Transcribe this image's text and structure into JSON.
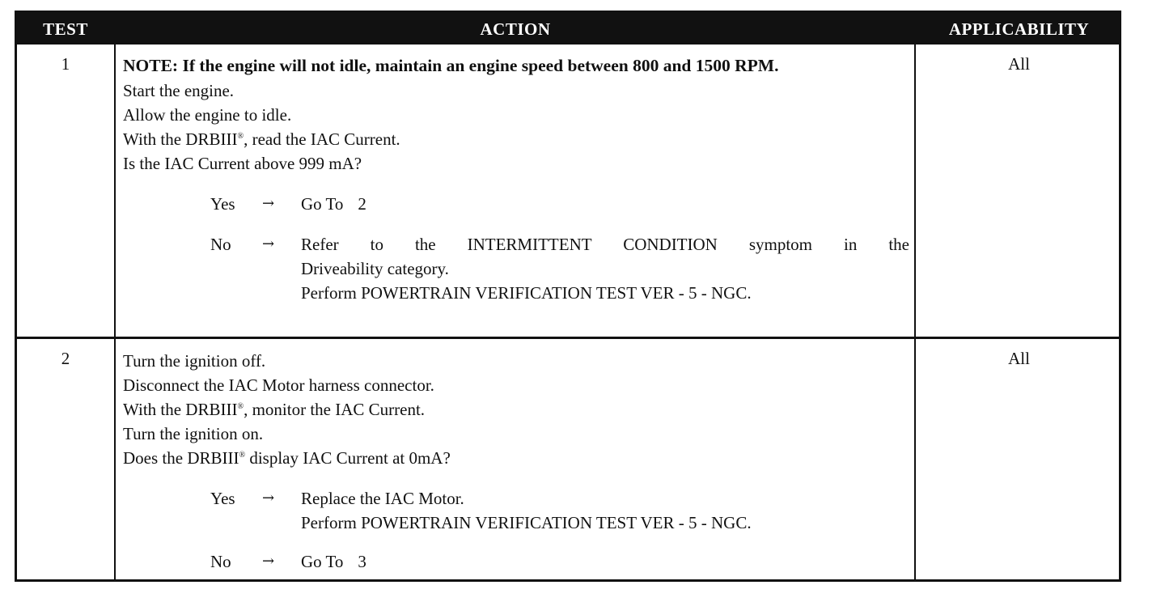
{
  "headers": {
    "test": "TEST",
    "action": "ACTION",
    "applicability": "APPLICABILITY"
  },
  "rows": [
    {
      "test": "1",
      "applicability": "All",
      "note": "NOTE: If the engine will not idle, maintain an engine speed between 800 and 1500 RPM.",
      "steps": [
        "Start the engine.",
        "Allow the engine to idle.",
        "With the DRBIII",
        ", read the IAC Current.",
        "Is the IAC Current above 999 mA?"
      ],
      "results": {
        "yes_label": "Yes",
        "yes_arrow": "→",
        "yes_goto": "Go To",
        "yes_goto_num": "2",
        "no_label": "No",
        "no_arrow": "→",
        "no_line1": "Refer to the INTERMITTENT CONDITION symptom in the",
        "no_line2": "Driveability category.",
        "no_line3": "Perform POWERTRAIN VERIFICATION TEST VER - 5 - NGC."
      }
    },
    {
      "test": "2",
      "applicability": "All",
      "steps": [
        "Turn the ignition off.",
        "Disconnect the IAC Motor harness connector.",
        "With the DRBIII",
        ", monitor the IAC Current.",
        "Turn the ignition on.",
        "Does the DRBIII",
        " display IAC Current at 0mA?"
      ],
      "results": {
        "yes_label": "Yes",
        "yes_arrow": "→",
        "yes_line1": "Replace the IAC Motor.",
        "yes_line2": "Perform POWERTRAIN VERIFICATION TEST VER - 5 - NGC.",
        "no_label": "No",
        "no_arrow": "→",
        "no_goto": "Go To",
        "no_goto_num": "3"
      }
    }
  ],
  "symbols": {
    "registered": "®"
  }
}
